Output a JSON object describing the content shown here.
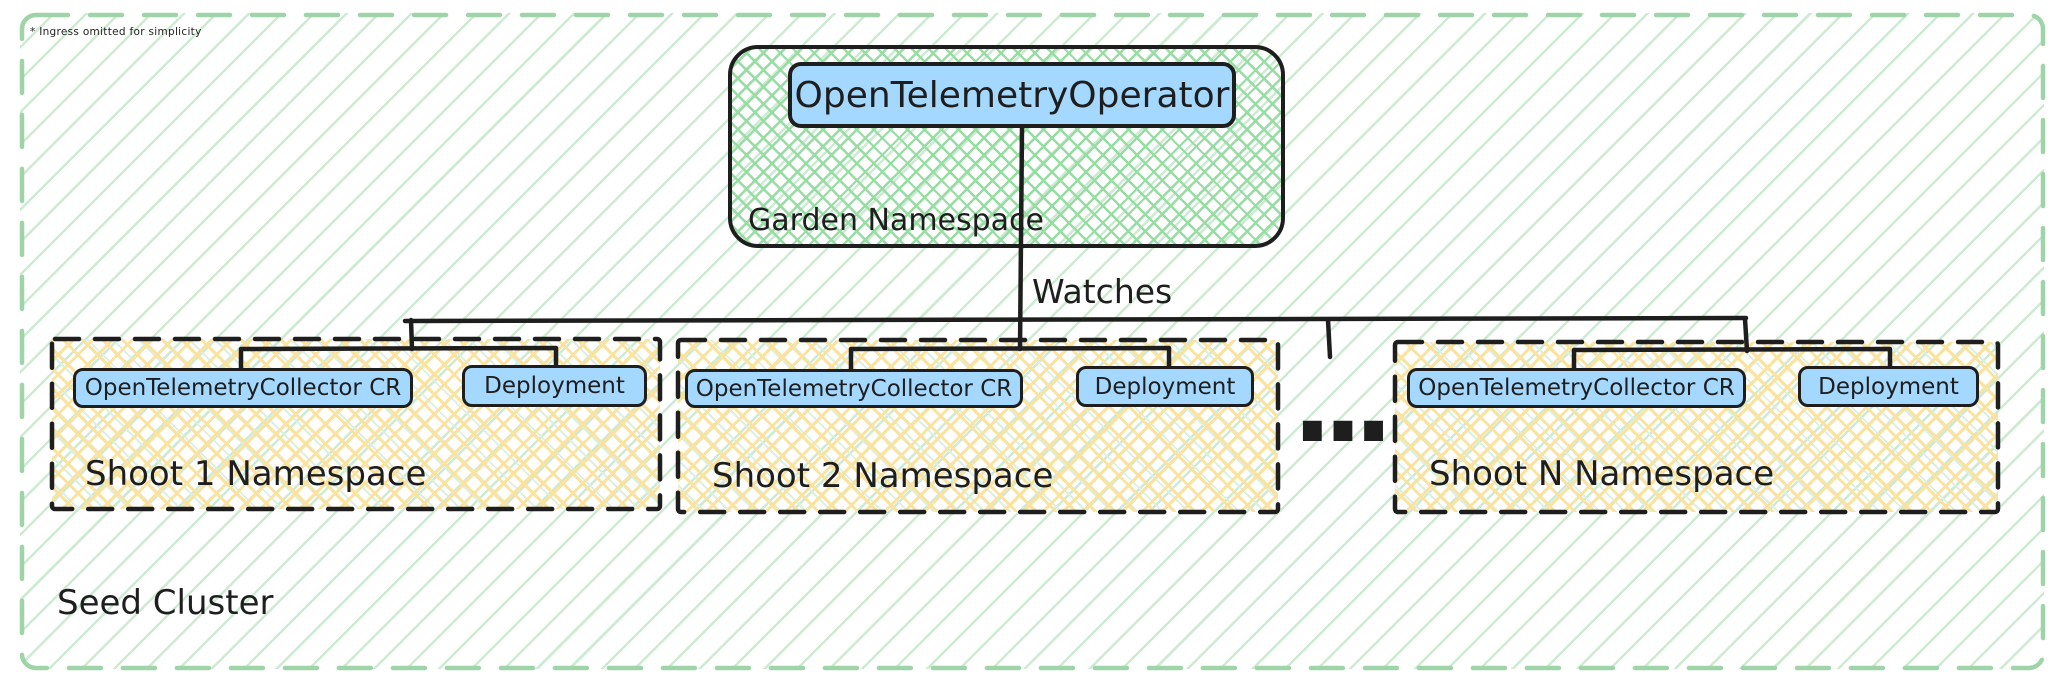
{
  "note": "* Ingress omitted for simplicity",
  "cluster": {
    "label": "Seed Cluster"
  },
  "garden_namespace": {
    "label": "Garden Namespace",
    "operator": "OpenTelemetryOperator"
  },
  "edge_label": "Watches",
  "ellipsis": "...",
  "shoot_namespaces": [
    {
      "label": "Shoot 1 Namespace",
      "collector": "OpenTelemetryCollector CR",
      "deployment": "Deployment"
    },
    {
      "label": "Shoot 2 Namespace",
      "collector": "OpenTelemetryCollector CR",
      "deployment": "Deployment"
    },
    {
      "label": "Shoot N Namespace",
      "collector": "OpenTelemetryCollector CR",
      "deployment": "Deployment"
    }
  ],
  "colors": {
    "stroke": "#1e1e1e",
    "node_fill_blue": "#a5d8ff",
    "garden_hatch_green": "#96dda2",
    "cluster_hatch_light_green": "#cdead3",
    "shoot_hatch_yellow": "#fae2a0",
    "cluster_border_green": "#9fd4a8"
  }
}
